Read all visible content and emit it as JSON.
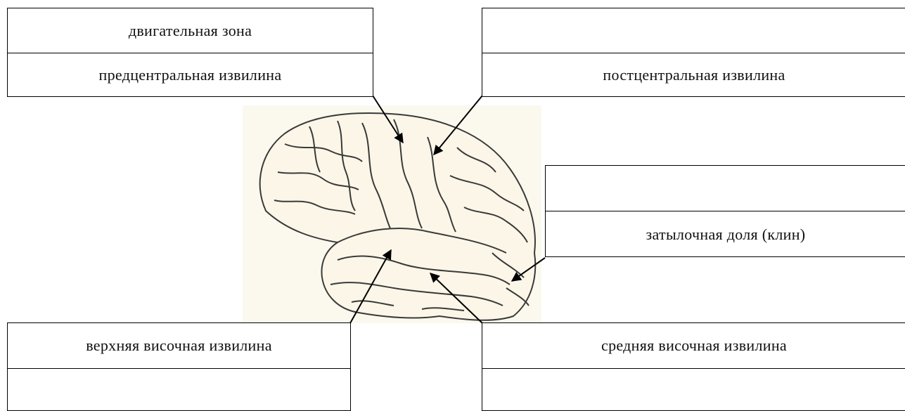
{
  "boxes": {
    "top_left": {
      "row1": "двигательная зона",
      "row2": "предцентральная извилина"
    },
    "top_right": {
      "row1": "",
      "row2": "постцентральная извилина"
    },
    "right": {
      "row1": "",
      "row2": "затылочная доля (клин)"
    },
    "bottom_left": {
      "row1": "верхняя височная извилина",
      "row2": ""
    },
    "bottom_right": {
      "row1": "средняя височная извилина",
      "row2": ""
    }
  },
  "colors": {
    "brain_fill": "#fbf6e8",
    "outline": "#3a3a3a",
    "background": "#ffffff"
  }
}
